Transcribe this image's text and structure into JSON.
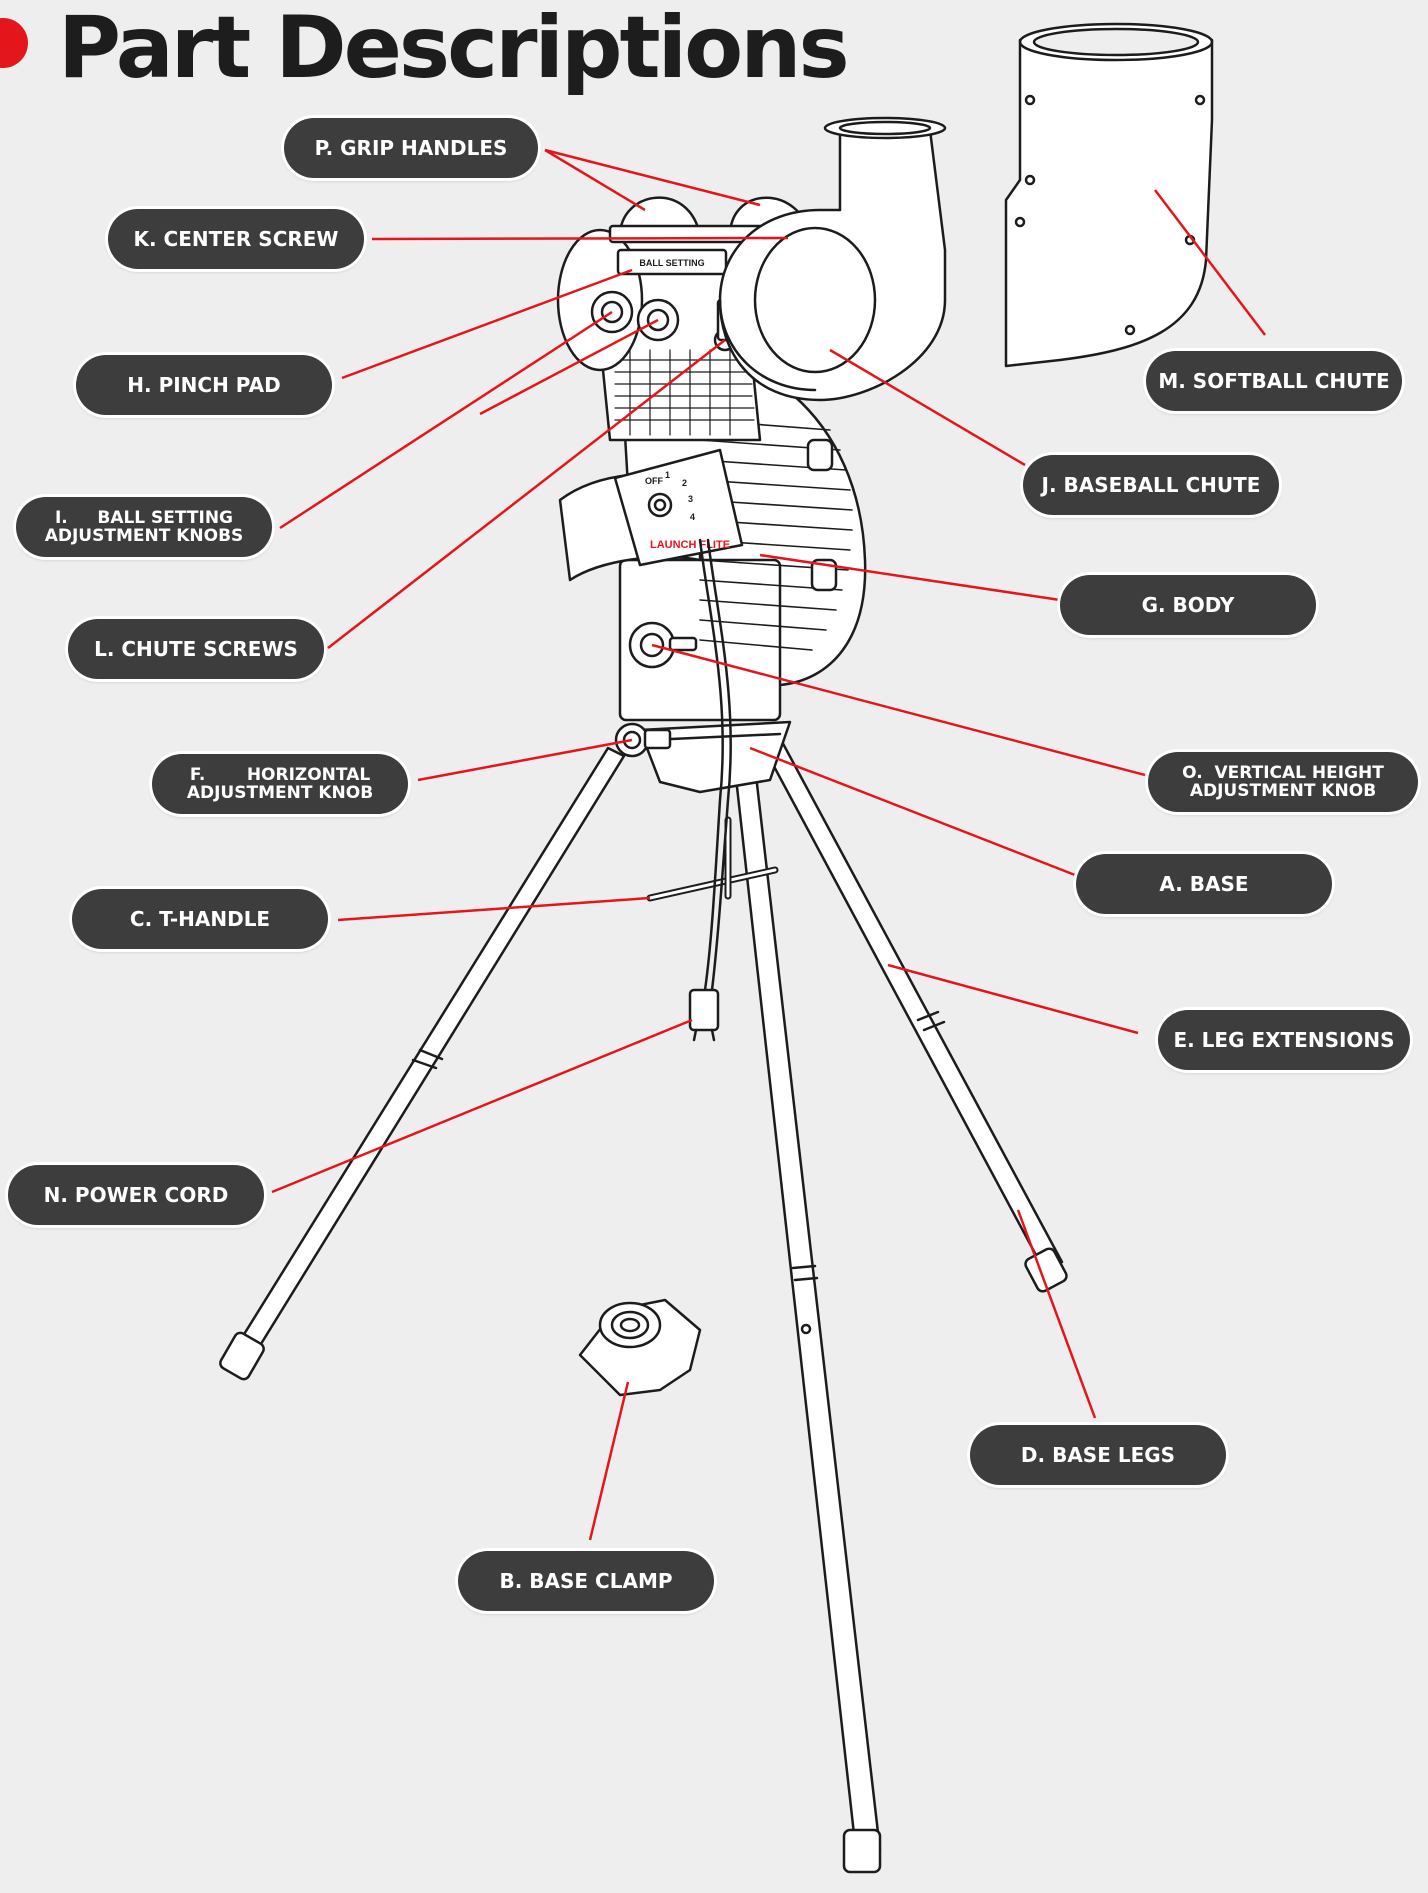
{
  "title": "Part Descriptions",
  "colors": {
    "accent": "#e4161c",
    "label_bg": "#3d3d3d",
    "label_text": "#ffffff",
    "background": "#eeeeee"
  },
  "labels": {
    "grip_handles": "P. GRIP HANDLES",
    "center_screw": "K. CENTER SCREW",
    "softball_chute": "M. SOFTBALL CHUTE",
    "pinch_pad": "H. PINCH PAD",
    "baseball_chute": "J. BASEBALL CHUTE",
    "ball_setting_line1": "I.     BALL SETTING",
    "ball_setting_line2": "ADJUSTMENT KNOBS",
    "body": "G. BODY",
    "chute_screws": "L. CHUTE SCREWS",
    "vertical_line1": "O.  VERTICAL HEIGHT",
    "vertical_line2": "ADJUSTMENT KNOB",
    "horizontal_line1": "F.       HORIZONTAL",
    "horizontal_line2": "ADJUSTMENT KNOB",
    "base": "A. BASE",
    "t_handle": "C. T-HANDLE",
    "leg_extensions": "E. LEG EXTENSIONS",
    "power_cord": "N. POWER CORD",
    "base_legs": "D. BASE LEGS",
    "base_clamp": "B. BASE CLAMP"
  },
  "machine_text": {
    "brand": "LAUNCH FLITE",
    "panel_heading": "BALL SETTING",
    "dial_off": "OFF",
    "dial_1": "1",
    "dial_2": "2",
    "dial_3": "3",
    "dial_4": "4"
  }
}
